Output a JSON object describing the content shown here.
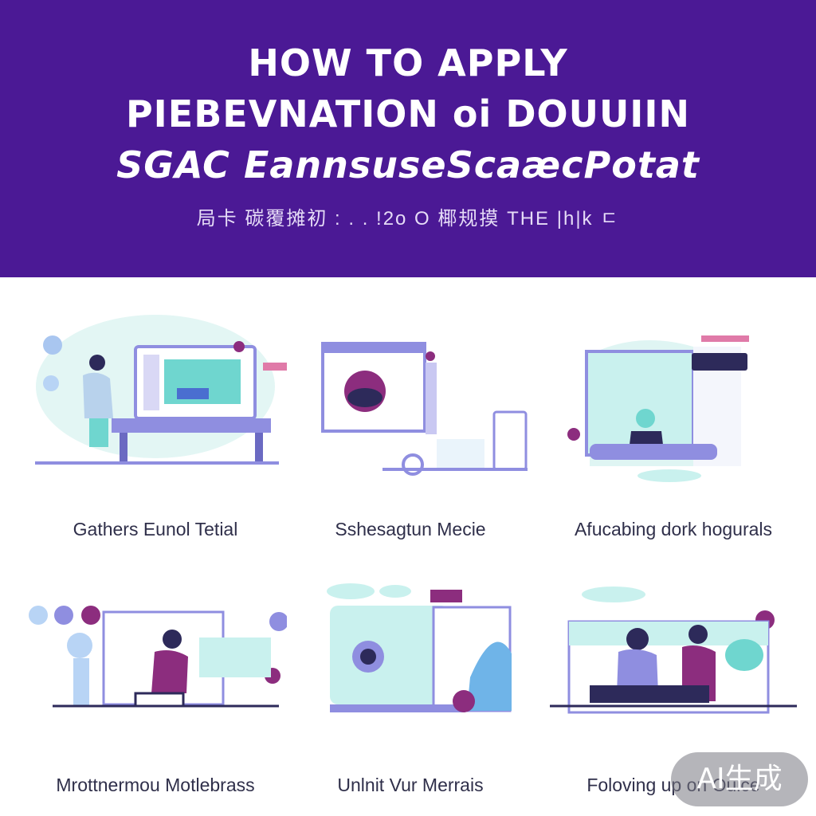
{
  "banner": {
    "title_line_1": "HOW TO APPLY",
    "title_line_2": "PIEBEVNATION oi DOUUIIN",
    "title_line_3": "SGAC EannsuseScaæcPotat",
    "subtitle": "局卡 碳覆摊初 : . . !2o  O 椰规摸 THE |h|k  ㄷ",
    "background_color": "#4b1995"
  },
  "cards": [
    {
      "caption": "Gathers Eunol Tetial",
      "illustration": "person-at-desktop-illustration"
    },
    {
      "caption": "Sshesagtun Mecie",
      "illustration": "browser-window-illustration"
    },
    {
      "caption": "Afucabing dork hogurals",
      "illustration": "presenter-at-screen-illustration"
    },
    {
      "caption": "Mrottnermou Motlebrass",
      "illustration": "person-at-laptop-illustration"
    },
    {
      "caption": "Unlnit Vur Merrais",
      "illustration": "tablet-screen-illustration"
    },
    {
      "caption": "Foloving up on Ouice",
      "illustration": "team-meeting-illustration"
    }
  ],
  "watermark": {
    "label": "AI生成"
  },
  "palette": {
    "purple": "#4b1995",
    "lavender": "#8f8ee0",
    "teal": "#6fd6cf",
    "light_teal": "#c9f1ee",
    "navy": "#2d2a5a",
    "magenta": "#8c2d7e"
  }
}
